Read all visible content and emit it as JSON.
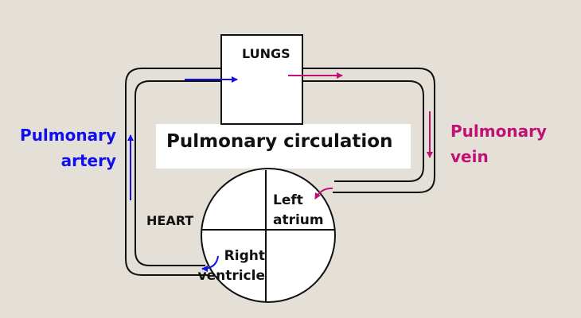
{
  "labels": {
    "lungs": "LUNGS",
    "title": "Pulmonary circulation",
    "heart": "HEART",
    "left_atrium_line1": "Left",
    "left_atrium_line2": "atrium",
    "right_ventricle_line1": "Right",
    "right_ventricle_line2": "ventricle",
    "pulmonary_artery_line1": "Pulmonary",
    "pulmonary_artery_line2": "artery",
    "pulmonary_vein_line1": "Pulmonary",
    "pulmonary_vein_line2": "vein"
  },
  "colors": {
    "background": "#e4e0d7",
    "deoxygenated": "#1010ee",
    "oxygenated": "#c21075",
    "outline": "#111111",
    "fill": "#ffffff"
  }
}
